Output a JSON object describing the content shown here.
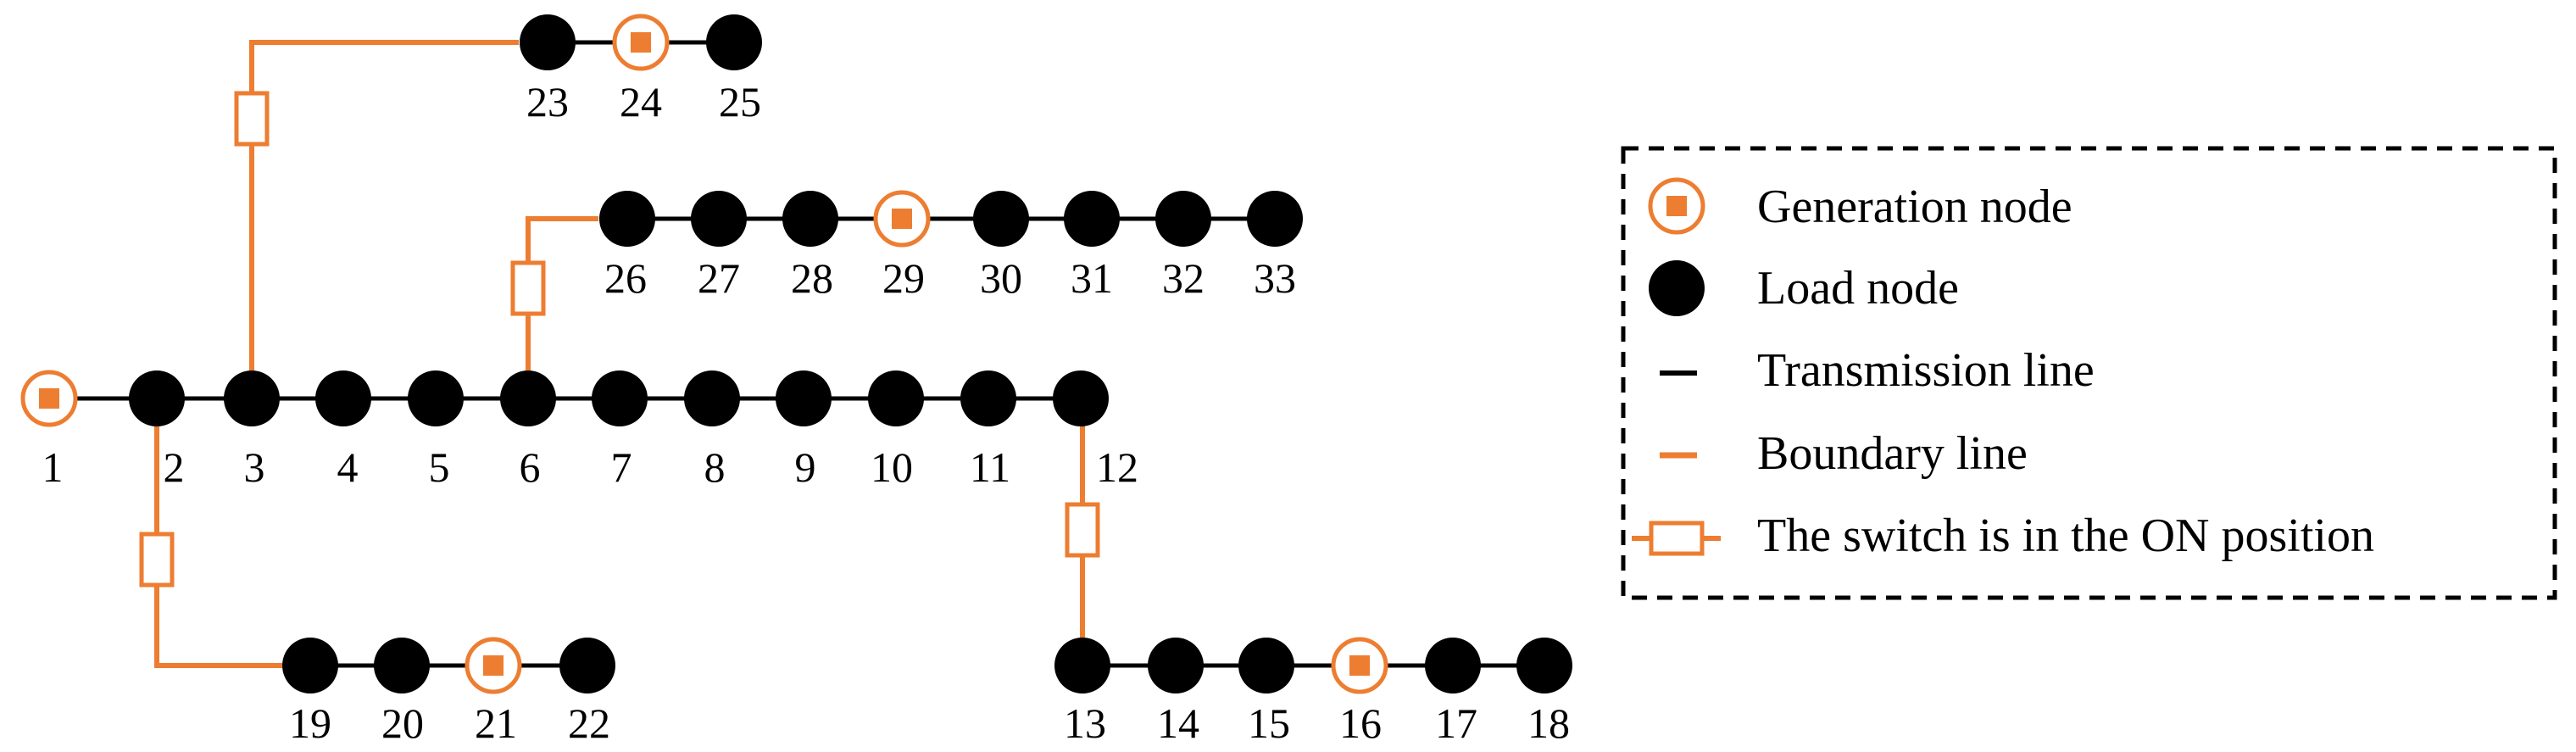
{
  "colors": {
    "load_fill": "#000000",
    "transmission": "#000000",
    "boundary": "#ED7D31",
    "generation_fill": "#FFFFFF",
    "generation_ring": "#ED7D31",
    "generation_core": "#ED7D31",
    "switch_fill": "#FFFFFF",
    "legend_border": "#000000"
  },
  "nodes": [
    {
      "id": "1",
      "kind": "generation"
    },
    {
      "id": "2",
      "kind": "load"
    },
    {
      "id": "3",
      "kind": "load"
    },
    {
      "id": "4",
      "kind": "load"
    },
    {
      "id": "5",
      "kind": "load"
    },
    {
      "id": "6",
      "kind": "load"
    },
    {
      "id": "7",
      "kind": "load"
    },
    {
      "id": "8",
      "kind": "load"
    },
    {
      "id": "9",
      "kind": "load"
    },
    {
      "id": "10",
      "kind": "load"
    },
    {
      "id": "11",
      "kind": "load"
    },
    {
      "id": "12",
      "kind": "load"
    },
    {
      "id": "13",
      "kind": "load"
    },
    {
      "id": "14",
      "kind": "load"
    },
    {
      "id": "15",
      "kind": "load"
    },
    {
      "id": "16",
      "kind": "generation"
    },
    {
      "id": "17",
      "kind": "load"
    },
    {
      "id": "18",
      "kind": "load"
    },
    {
      "id": "19",
      "kind": "load"
    },
    {
      "id": "20",
      "kind": "load"
    },
    {
      "id": "21",
      "kind": "generation"
    },
    {
      "id": "22",
      "kind": "load"
    },
    {
      "id": "23",
      "kind": "load"
    },
    {
      "id": "24",
      "kind": "generation"
    },
    {
      "id": "25",
      "kind": "load"
    },
    {
      "id": "26",
      "kind": "load"
    },
    {
      "id": "27",
      "kind": "load"
    },
    {
      "id": "28",
      "kind": "load"
    },
    {
      "id": "29",
      "kind": "generation"
    },
    {
      "id": "30",
      "kind": "load"
    },
    {
      "id": "31",
      "kind": "load"
    },
    {
      "id": "32",
      "kind": "load"
    },
    {
      "id": "33",
      "kind": "load"
    }
  ],
  "transmission_lines": [
    [
      "1",
      "2"
    ],
    [
      "2",
      "3"
    ],
    [
      "3",
      "4"
    ],
    [
      "4",
      "5"
    ],
    [
      "5",
      "6"
    ],
    [
      "6",
      "7"
    ],
    [
      "7",
      "8"
    ],
    [
      "8",
      "9"
    ],
    [
      "9",
      "10"
    ],
    [
      "10",
      "11"
    ],
    [
      "11",
      "12"
    ],
    [
      "13",
      "14"
    ],
    [
      "14",
      "15"
    ],
    [
      "15",
      "16"
    ],
    [
      "16",
      "17"
    ],
    [
      "17",
      "18"
    ],
    [
      "19",
      "20"
    ],
    [
      "20",
      "21"
    ],
    [
      "21",
      "22"
    ],
    [
      "23",
      "24"
    ],
    [
      "24",
      "25"
    ],
    [
      "26",
      "27"
    ],
    [
      "27",
      "28"
    ],
    [
      "28",
      "29"
    ],
    [
      "29",
      "30"
    ],
    [
      "30",
      "31"
    ],
    [
      "31",
      "32"
    ],
    [
      "32",
      "33"
    ]
  ],
  "boundary_lines": [
    {
      "from": "3",
      "to": "23",
      "switch": true
    },
    {
      "from": "6",
      "to": "26",
      "switch": true
    },
    {
      "from": "2",
      "to": "19",
      "switch": true
    },
    {
      "from": "12",
      "to": "13",
      "switch": true
    }
  ],
  "legend": {
    "items": [
      {
        "symbol": "generation-node",
        "label": "Generation node"
      },
      {
        "symbol": "load-node",
        "label": "Load node"
      },
      {
        "symbol": "transmission-line",
        "label": "Transmission line"
      },
      {
        "symbol": "boundary-line",
        "label": "Boundary line"
      },
      {
        "symbol": "switch-on",
        "label": "The switch is in the ON position"
      }
    ]
  }
}
